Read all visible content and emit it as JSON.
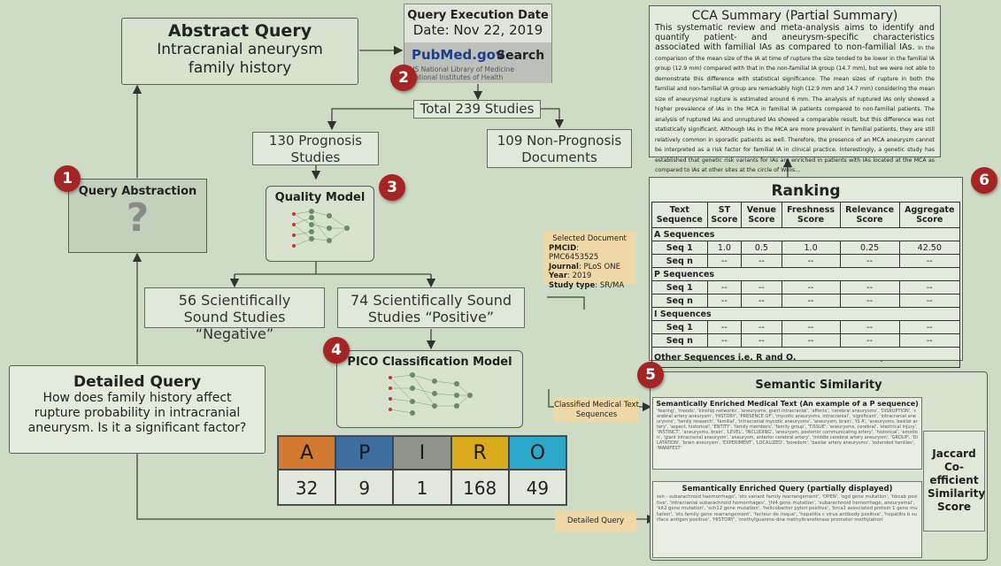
{
  "abstract_query": {
    "title": "Abstract Query",
    "text": "Intracranial aneurysm family history"
  },
  "execution": {
    "title": "Query Execution Date",
    "date": "Date: Nov 22, 2019",
    "pubmed_logo": "PubMed.gov",
    "pubmed_sub1": "US National Library of Medicine",
    "pubmed_sub2": "National Institutes of Health",
    "search": "Search"
  },
  "total": "Total 239 Studies",
  "prognosis": "130 Prognosis Studies",
  "non_prognosis": "109 Non-Prognosis Documents",
  "query_abstraction": {
    "title": "Query Abstraction",
    "icon": "question-mark-icon"
  },
  "quality_model": "Quality Model",
  "negative": "56 Scientifically Sound Studies “Negative”",
  "positive": "74 Scientifically Sound Studies “Positive”",
  "pico_model": "PICO Classification Model",
  "detailed_query": {
    "title": "Detailed Query",
    "text": "How does family history affect rupture probability in intracranial aneurysm. Is it a significant factor?"
  },
  "pico": {
    "letters": [
      "A",
      "P",
      "I",
      "R",
      "O"
    ],
    "counts": [
      "32",
      "9",
      "1",
      "168",
      "49"
    ],
    "colors": [
      "#d27a2f",
      "#3e6da0",
      "#8f958a",
      "#d8aa1c",
      "#2aa7c9"
    ]
  },
  "summary": {
    "title": "CCA Summary (Partial Summary)",
    "lead": "This systematic review and meta-analysis aims to identify and quantify patient- and aneurysm-specific characteristics associated with familial IAs as compared to non-familial IAs.",
    "body": "In the comparison of the mean size of the IA at time of rupture the size tended to be lower in the familial IA group (12.9 mm) compared with that in the non-familial IA group (14.7 mm), but we were not able to demonstrate this difference with statistical significance. The mean sizes of rupture in both the familial and non-familial IA group are remarkably high (12.9 mm and 14.7 mm) considering the mean size of aneurysmal rupture is estimated around 6 mm. The analysis of ruptured IAs only showed a higher prevalence of IAs in the MCA in familial IA patients compared to non-familial patients. The analysis of ruptured IAs and unruptured IAs showed a comparable result, but this difference was not statistically significant. Although IAs in the MCA are more prevalent in familial patients, they are still relatively common in sporadic patients as well. Therefore, the presence of an MCA aneurysm cannot be interpreted as a risk factor for familial IA in clinical practice. Interestingly, a genetic study has established that genetic risk variants for IAs are enriched in patients with IAs located at the MCA as compared to IAs at other sites at the circle of Willis..."
  },
  "ranking": {
    "title": "Ranking",
    "headers": [
      "Text Sequence",
      "ST Score",
      "Venue Score",
      "Freshness Score",
      "Relevance Score",
      "Aggregate Score"
    ],
    "sections": [
      {
        "label": "A Sequences",
        "rows": [
          [
            "Seq 1",
            "1.0",
            "0.5",
            "1.0",
            "0.25",
            "42.50"
          ],
          [
            "Seq n",
            "--",
            "--",
            "--",
            "--",
            "--"
          ]
        ]
      },
      {
        "label": "P Sequences",
        "rows": [
          [
            "Seq 1",
            "--",
            "--",
            "--",
            "--",
            "--"
          ],
          [
            "Seq n",
            "--",
            "--",
            "--",
            "--",
            "--"
          ]
        ]
      },
      {
        "label": "I Sequences",
        "rows": [
          [
            "Seq 1",
            "--",
            "--",
            "--",
            "--",
            "--"
          ],
          [
            "Seq n",
            "--",
            "--",
            "--",
            "--",
            "--"
          ]
        ]
      }
    ],
    "other": "Other Sequences i.e. R and O."
  },
  "selected": {
    "heading": "Selected Document",
    "pmcid_k": "PMCID",
    "pmcid_v": ": PMC6453525",
    "journal_k": "Journal",
    "journal_v": ": PLoS ONE",
    "year_k": "Year",
    "year_v": ": 2019",
    "type_k": "Study type",
    "type_v": ": SR/MA"
  },
  "classified_note": "Classified Medical Text Sequences",
  "detailed_note": "Detailed Query",
  "semantic": {
    "title": "Semantic Similarity",
    "medical_title": "Semantically Enriched Medical Text (An example of a P sequence)",
    "medical_text": "'fearing', 'moods', 'kinship networks', 'aneurysms, giant intracranial', 'affects', 'cerebral aneurysms', 'DISRUPTION', 'cerebral artery aneurysm', 'HISTORY', 'PRESENCE OF', 'mycotic aneurysms, intracranial', 'significant', 'intracranial aneurysms', 'family research', 'familial', 'intracranial mycotic aneurysms', 'aneurysm, brain', 'IS A', 'aneurysms, basilar artery', 'aspect, historical', 'ENTITY', 'family members', 'family group', 'TISSUE', 'aneurysms, cerebral', 'electrical injury', 'INSTINCT', 'aneurysms, brain', 'LEVEL', 'INCLUDING', 'aneurysm, posterior communicating artery', 'historical', 'emotion', 'giant intracranial aneurysm', 'aneurysm, anterior cerebral artery', 'middle cerebral artery aneurysm', 'GROUP', 'DILATATION', 'brain aneurysm', 'EXPERIMENT', 'LOCALIZED', 'boredom', 'basilar artery aneurysms', 'extended families', 'MANIFEST'",
    "query_title": "Semantically Enriched Query (partially displayed)",
    "query_text": "ssh - subarachnoid haemorrhage', 'ets variant family rearrangement', 'OPEN', 'ogd gene mutation', 'hbcab positive', 'intracranial subarachnoid hemorrhages', 'jhl4 gene mutation', 'subarachnoid hemorrhage, aneurysmal', 'kit2 gene mutation', 'sch12 gene mutation', 'helicobacter pylori positive', 'brca1 associated protein 1 gene mutation', 'ets family gene rearrangement', 'facteur de risque', 'hepatitis c virus antibody positive', 'hepatitis b surface antigen positive', 'HISTORY', 'methylguanine-dna methyltransferase promoter methylation'",
    "jaccard": "Jaccard Co-efficient Similarity Score"
  },
  "markers": [
    "1",
    "2",
    "3",
    "4",
    "5",
    "6"
  ]
}
